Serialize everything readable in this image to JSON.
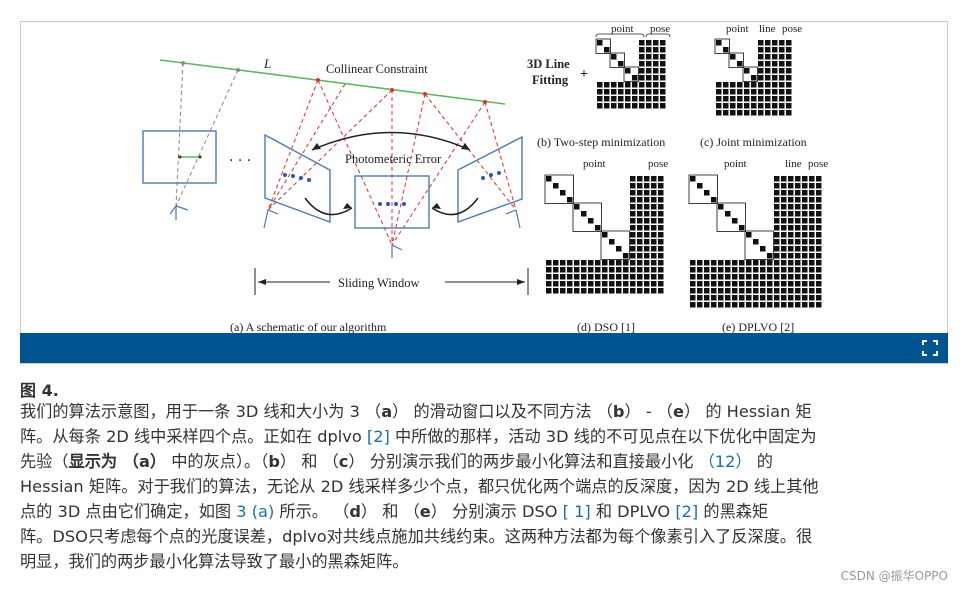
{
  "figure": {
    "panel_a": {
      "line_label": "L",
      "collinear": "Collinear Constraint",
      "photometric": "Photometeric Error",
      "dots": "· · ·",
      "sliding": "Sliding Window",
      "caption": "(a) A schematic of our algorithm"
    },
    "panel_b": {
      "title_line1": "3D Line",
      "title_line2": "Fitting",
      "plus": "+",
      "label_point": "point",
      "label_pose": "pose",
      "caption": "(b) Two-step minimization"
    },
    "panel_c": {
      "label_point": "point",
      "label_line": "line",
      "label_pose": "pose",
      "caption": "(c) Joint minimization"
    },
    "panel_d": {
      "label_point": "point",
      "label_pose": "pose",
      "caption": "(d) DSO [1]"
    },
    "panel_e": {
      "label_point": "point",
      "label_line": "line",
      "label_pose": "pose",
      "caption": "(e) DPLVO [2]"
    }
  },
  "title": "图 4.",
  "caption": {
    "l1a": "我们的算法示意图，用于一条 3D 线和大小为 3 （",
    "l1_a": "a",
    "l1b": "） 的滑动窗口以及不同方法 （",
    "l1_b": "b",
    "l1c": "） - （",
    "l1_e": "e",
    "l1d": "） 的 Hessian 矩",
    "l2a": "阵。从每条 2D 线中采样四个点。正如在 dplvo ",
    "l2_ref": "[2]",
    "l2b": " 中所做的那样，活动 3D 线的不可见点在以下优化中固定为",
    "l3a": "先验（",
    "l3_bold": "显示为 （a）",
    "l3b": " 中的灰点）。（",
    "l3_b": "b",
    "l3c": "） 和 （",
    "l3_c": "c",
    "l3d": "） 分别演示我们的两步最小化算法和直接最小化 ",
    "l3_ref": "（12）",
    "l3e": " 的",
    "l4": "Hessian 矩阵。对于我们的算法，无论从 2D 线采样多少个点，都只优化两个端点的反深度，因为 2D 线上其他",
    "l5a": "点的 3D 点由它们确定，如图 ",
    "l5_ref": "3 (a)",
    "l5b": " 所示。 （",
    "l5_d": "d",
    "l5c": "） 和 （",
    "l5_e": "e",
    "l5d": "） 分别演示 DSO ",
    "l5_ref2": "[ 1]",
    "l5e": " 和 DPLVO ",
    "l5_ref3": "[2]",
    "l5f": " 的黑森矩",
    "l6": "阵。DSO只考虑每个点的光度误差，dplvo对共线点施加共线约束。这两种方法都为每个像素引入了反深度。很",
    "l7": "明显，我们的两步最小化算法导致了最小的黑森矩阵。"
  },
  "watermark": "CSDN @振华OPPO",
  "colors": {
    "bar": "#00548f",
    "line_green": "#5fb85f",
    "red_dash": "#e03030",
    "frame_blue": "#4a7ab5"
  }
}
